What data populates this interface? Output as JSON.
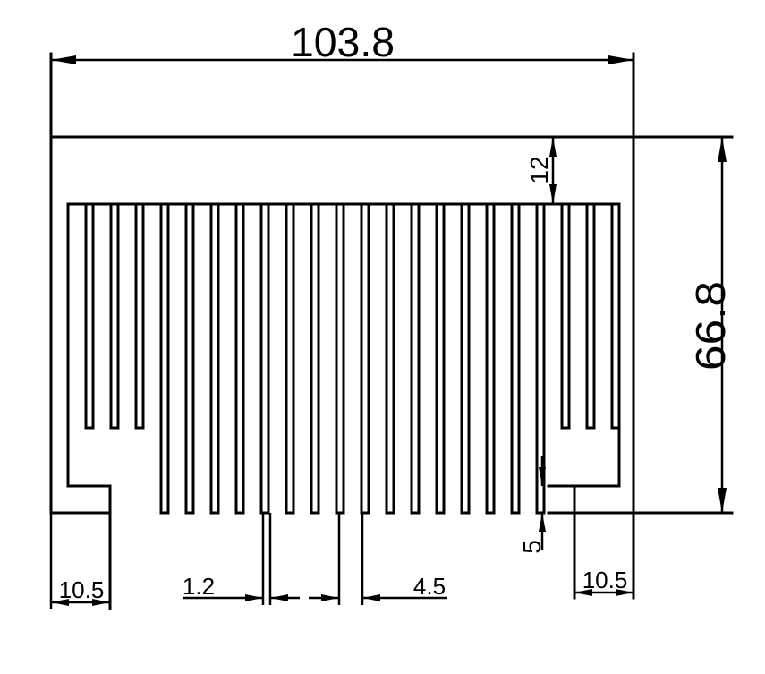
{
  "drawing": {
    "dimensions": {
      "overall_width": "103.8",
      "overall_height": "66.8",
      "top_base_thickness": "12",
      "bottom_gap": "5",
      "left_foot": "10.5",
      "right_foot": "10.5",
      "fin_thickness": "1.2",
      "fin_pitch": "4.5"
    },
    "fin_count": 22
  }
}
